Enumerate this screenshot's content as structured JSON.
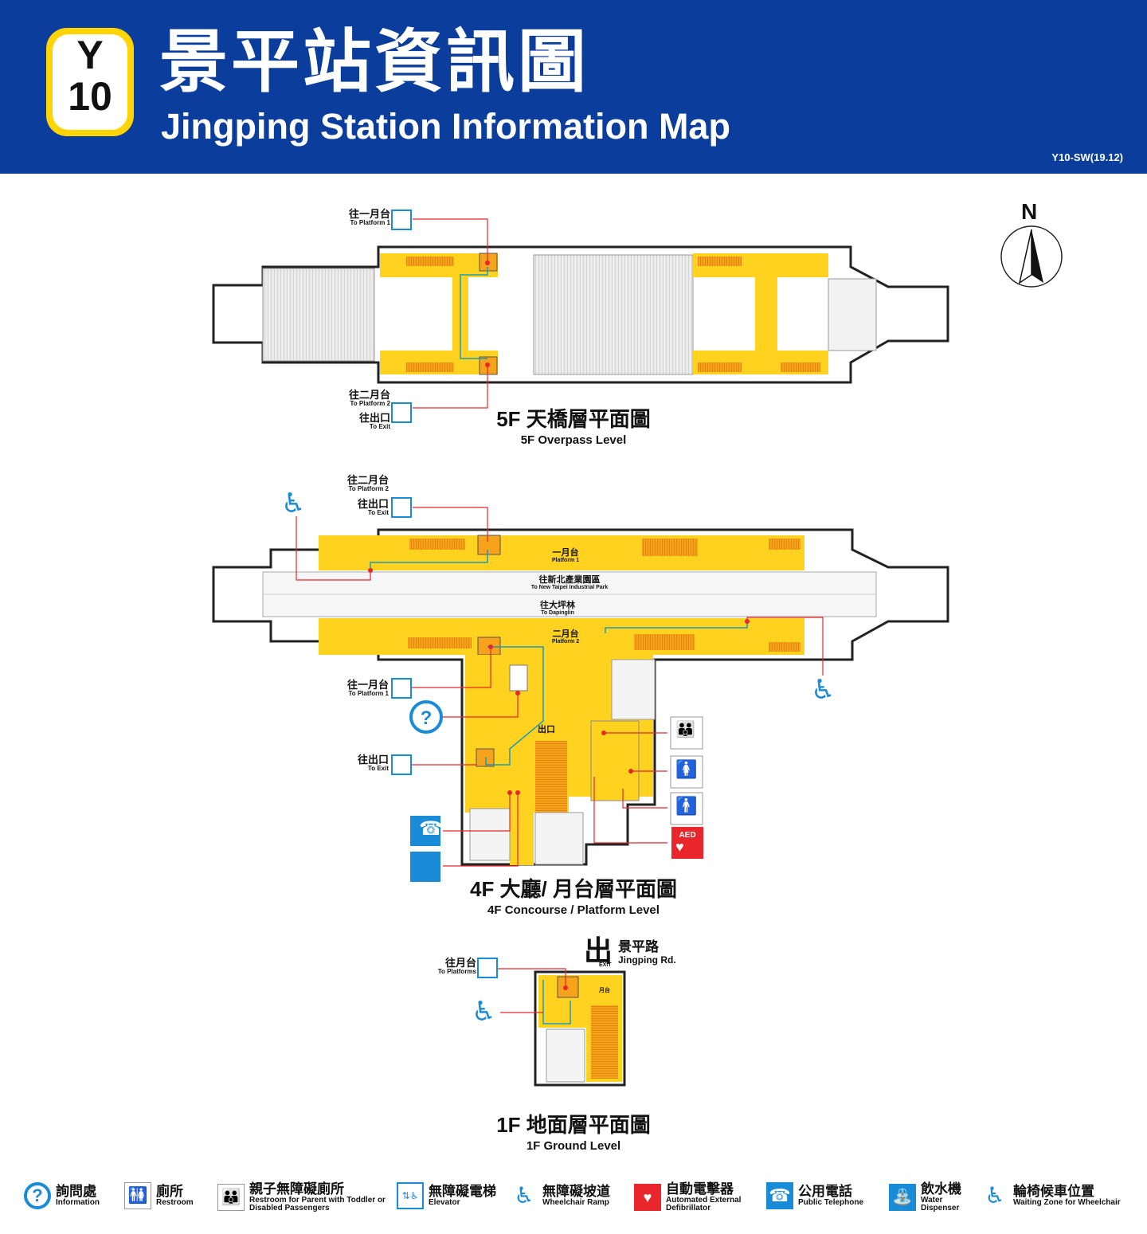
{
  "header": {
    "line_code": "Y",
    "station_number": "10",
    "title_zh": "景平站資訊圖",
    "title_en": "Jingping Station Information Map",
    "doc_code": "Y10-SW(19.12)"
  },
  "compass": {
    "label": "N"
  },
  "levels": {
    "f5": {
      "zh": "5F  天橋層平面圖",
      "en": "5F   Overpass Level"
    },
    "f4": {
      "zh": "4F  大廳/  月台層平面圖",
      "en": "4F   Concourse / Platform Level"
    },
    "f1": {
      "zh": "1F  地面層平面圖",
      "en": "1F   Ground Level"
    }
  },
  "labels_5f": {
    "to_p1_zh": "往一月台",
    "to_p1_en": "To Platform 1",
    "to_p2_zh": "往二月台",
    "to_p2_en": "To Platform 2",
    "to_exit_zh": "往出口",
    "to_exit_en": "To Exit"
  },
  "labels_4f": {
    "to_p2_zh": "往二月台",
    "to_p2_en": "To Platform 2",
    "to_exit_zh": "往出口",
    "to_exit_en": "To Exit",
    "to_p1_zh": "往一月台",
    "to_p1_en": "To Platform 1",
    "to_exit2_zh": "往出口",
    "to_exit2_en": "To Exit",
    "platform1_zh": "一月台",
    "platform1_en": "Platform 1",
    "platform2_zh": "二月台",
    "platform2_en": "Platform 2",
    "dir_west_zh": "往新北產業園區",
    "dir_west_en": "To New Taipei Industrial Park",
    "dir_east_zh": "往大坪林",
    "dir_east_en": "To Dapinglin",
    "exit_zh": "出口"
  },
  "labels_1f": {
    "to_platforms_zh": "往月台",
    "to_platforms_en": "To Platforms",
    "exit_glyph": "出",
    "exit_word": "EXIT",
    "road_zh": "景平路",
    "road_en": "Jingping Rd.",
    "platform_zh": "月台"
  },
  "legend": [
    {
      "zh": "詢問處",
      "en": "Information",
      "icon": "information-icon"
    },
    {
      "zh": "廁所",
      "en": "Restroom",
      "icon": "restroom-icon"
    },
    {
      "zh": "親子無障礙廁所",
      "en": "Restroom for Parent with Toddler or Disabled Passengers",
      "icon": "family-restroom-icon"
    },
    {
      "zh": "無障礙電梯",
      "en": "Elevator",
      "icon": "elevator-icon"
    },
    {
      "zh": "無障礙坡道",
      "en": "Wheelchair Ramp",
      "icon": "wheelchair-ramp-icon"
    },
    {
      "zh": "自動電擊器",
      "en": "Automated External Defibrillator",
      "icon": "aed-icon"
    },
    {
      "zh": "公用電話",
      "en": "Public Telephone",
      "icon": "telephone-icon"
    },
    {
      "zh": "飲水機",
      "en": "Water Dispenser",
      "icon": "water-dispenser-icon"
    },
    {
      "zh": "輪椅候車位置",
      "en": "Waiting Zone for Wheelchair",
      "icon": "wheelchair-waiting-icon"
    }
  ],
  "aed_text": "AED",
  "colors": {
    "header_blue": "#0a3d9c",
    "badge_yellow": "#ffd400",
    "area_yellow": "#ffd21f",
    "escalator_orange": "#f08a00",
    "icon_blue": "#1a8bd6",
    "leader_red": "#e8262b",
    "route_teal": "#1f9bb5",
    "aed_red": "#e8262b",
    "restroom_pink": "#f07a8a"
  }
}
